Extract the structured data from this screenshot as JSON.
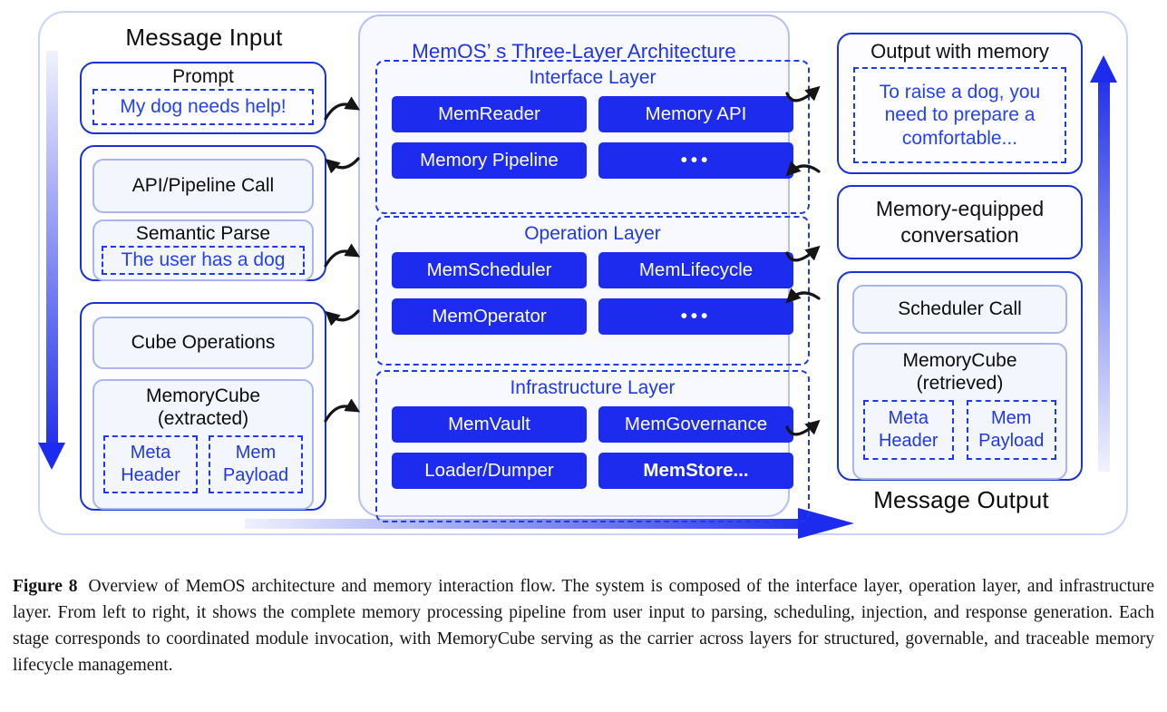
{
  "input": {
    "heading": "Message Input",
    "prompt_title": "Prompt",
    "prompt_quote": "My dog needs help!",
    "api_call": "API/Pipeline Call",
    "semantic_parse": "Semantic Parse",
    "parse_quote": "The user has a dog",
    "cube_operations": "Cube Operations",
    "memcube_title": "MemoryCube",
    "memcube_sub": "(extracted)",
    "meta_header": "Meta Header",
    "mem_payload": "Mem Payload"
  },
  "architecture": {
    "title": "MemOS’ s Three-Layer Architecture",
    "layers": [
      {
        "name": "Interface Layer",
        "modules": [
          "MemReader",
          "Memory API",
          "Memory Pipeline",
          "•••"
        ]
      },
      {
        "name": "Operation Layer",
        "modules": [
          "MemScheduler",
          "MemLifecycle",
          "MemOperator",
          "•••"
        ]
      },
      {
        "name": "Infrastructure Layer",
        "modules": [
          "MemVault",
          "MemGovernance",
          "Loader/Dumper",
          "MemStore..."
        ]
      }
    ]
  },
  "output": {
    "output_title": "Output with memory",
    "output_quote": "To raise a dog, you need to prepare a comfortable...",
    "conversation": "Memory-equipped conversation",
    "scheduler_call": "Scheduler Call",
    "memcube_title": "MemoryCube",
    "memcube_sub": "(retrieved)",
    "meta_header": "Meta Header",
    "mem_payload": "Mem Payload",
    "heading": "Message Output"
  },
  "caption": {
    "label": "Figure 8",
    "text": "Overview of MemOS architecture and memory interaction flow. The system is composed of the interface layer, operation layer, and infrastructure layer. From left to right, it shows the complete memory processing pipeline from user input to parsing, scheduling, injection, and response generation. Each stage corresponds to coordinated module invocation, with MemoryCube serving as the carrier across layers for structured, governable, and traceable memory lifecycle management."
  },
  "colors": {
    "module_blue": "#1c2bee",
    "strong_border_blue": "#1733d6",
    "dashed_blue": "#1d3ce8",
    "blue_text": "#2038e8",
    "soft_border": "#aab5ee",
    "soft_fill": "#f4f6fd",
    "panel_border": "#b7c1f3",
    "frame_border": "#c9d3f7"
  }
}
